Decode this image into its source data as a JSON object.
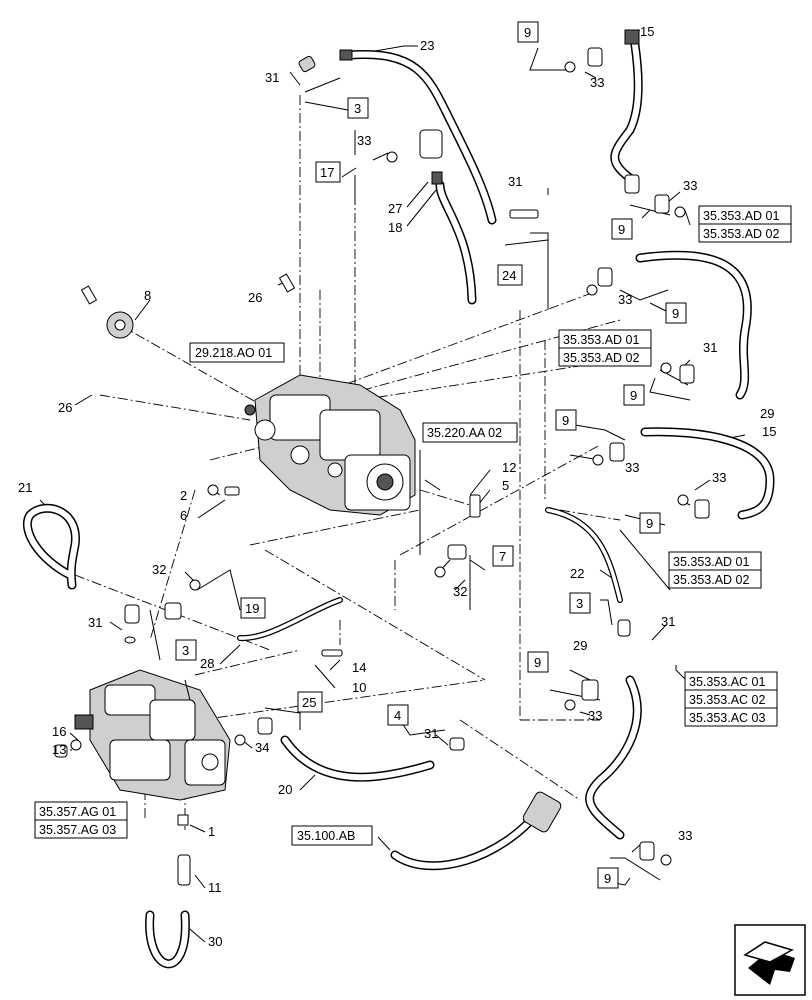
{
  "callouts": {
    "c23": "23",
    "c31a": "31",
    "c15a": "15",
    "c33a": "33",
    "c33b": "33",
    "c27": "27",
    "c18": "18",
    "c31b": "31",
    "c33c": "33",
    "c8": "8",
    "c26a": "26",
    "c26b": "26",
    "c33d": "33",
    "c31c": "31",
    "c29a": "29",
    "c15b": "15",
    "c33e": "33",
    "c33f": "33",
    "c12": "12",
    "c5": "5",
    "c2": "2",
    "c6": "6",
    "c21": "21",
    "c32a": "32",
    "c32b": "32",
    "c22": "22",
    "c31d": "31",
    "c31e": "31",
    "c14": "14",
    "c10": "10",
    "c28": "28",
    "c29b": "29",
    "c33g": "33",
    "c16": "16",
    "c13": "13",
    "c34": "34",
    "c31f": "31",
    "c20": "20",
    "c1": "1",
    "c11": "11",
    "c30": "30",
    "c33h": "33"
  },
  "boxes": {
    "b9a": "9",
    "b3a": "3",
    "b17": "17",
    "b9b": "9",
    "b24": "24",
    "b9c": "9",
    "b9d": "9",
    "b9e": "9",
    "b9f": "9",
    "b7": "7",
    "b19": "19",
    "b3b": "3",
    "b3c": "3",
    "b25": "25",
    "b4": "4",
    "b9g": "9",
    "b9h": "9"
  },
  "refs": {
    "r1": [
      "35.353.AD 01",
      "35.353.AD 02"
    ],
    "r2": [
      "29.218.AO 01"
    ],
    "r3": [
      "35.353.AD 01",
      "35.353.AD 02"
    ],
    "r4": [
      "35.220.AA 02"
    ],
    "r5": [
      "35.353.AD 01",
      "35.353.AD 02"
    ],
    "r6": [
      "35.353.AC 01",
      "35.353.AC 02",
      "35.353.AC 03"
    ],
    "r7": [
      "35.357.AG 01",
      "35.357.AG 03"
    ],
    "r8": [
      "35.100.AB"
    ]
  },
  "nav": {
    "icon": "next-page-arrow-icon"
  }
}
